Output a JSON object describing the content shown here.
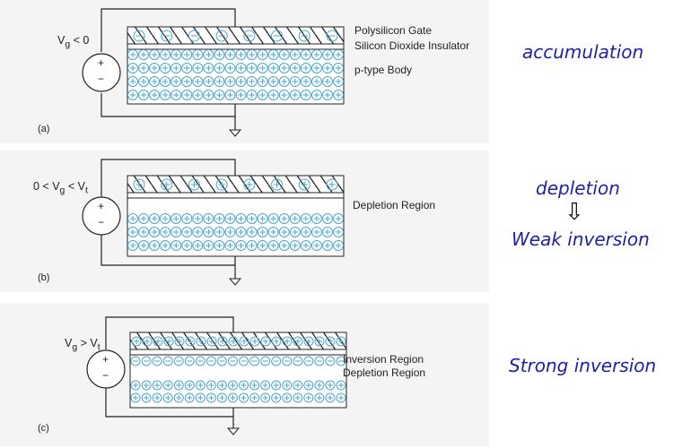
{
  "panel_a": {
    "tag": "(a)",
    "voltage": {
      "pre": "V",
      "sub": "g",
      "post": " < 0"
    },
    "labels": [
      "Polysilicon Gate",
      "Silicon Dioxide Insulator",
      "p-type Body"
    ],
    "state": "accumulation"
  },
  "panel_b": {
    "tag": "(b)",
    "voltage": {
      "pre": "0 < V",
      "sub": "g",
      "mid": " < V",
      "sub2": "t"
    },
    "labels": [
      "Depletion Region"
    ],
    "state_top": "depletion",
    "arrow": "⇩",
    "state_bottom": "Weak inversion"
  },
  "panel_c": {
    "tag": "(c)",
    "voltage": {
      "pre": "V",
      "sub": "g",
      "mid": " > V",
      "sub2": "t"
    },
    "labels": [
      "Inversion Region",
      "Depletion Region"
    ],
    "state": "Strong inversion"
  },
  "source": {
    "plus": "+",
    "minus": "−"
  },
  "charges": {
    "plus": "+",
    "minus": "−"
  },
  "colors": {
    "charge": "#4aa7cc",
    "state_text": "#1f1fa8",
    "line": "#222222",
    "panel_bg": "#f4f4f4"
  }
}
